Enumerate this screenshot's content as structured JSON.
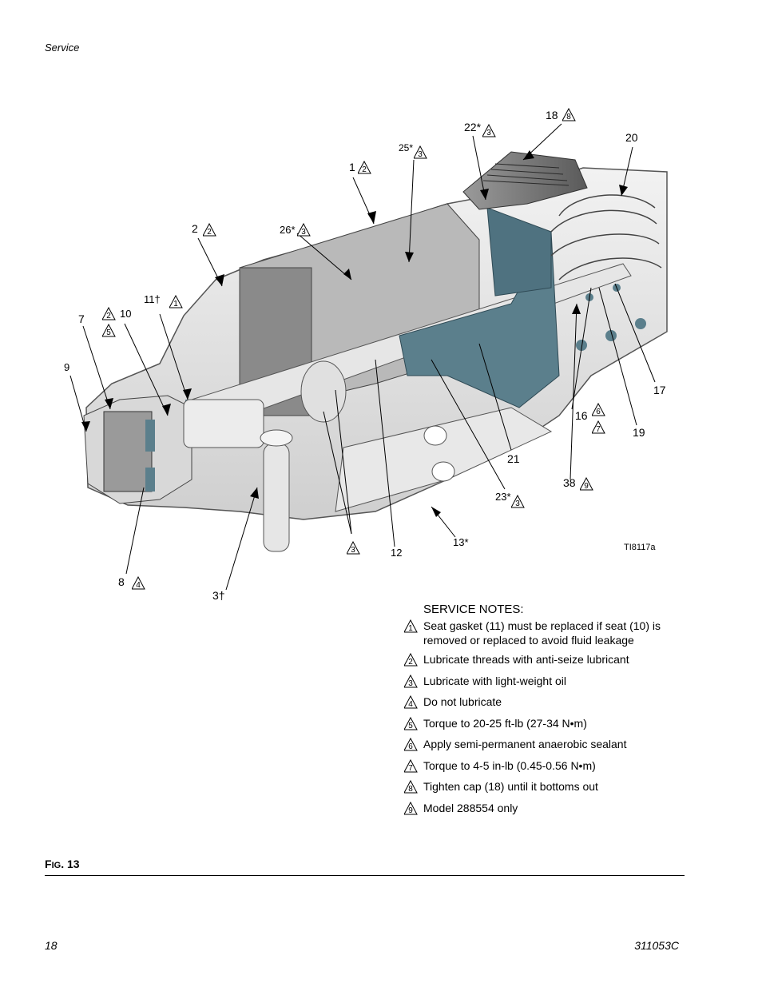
{
  "header": {
    "section": "Service"
  },
  "figure": {
    "drawing_id": "TI8117a",
    "callouts": {
      "c1": "1",
      "c2": "2",
      "c3dagger": "3†",
      "c3": "3",
      "c7": "7",
      "c8": "8",
      "c9": "9",
      "c10": "10",
      "c11": "11†",
      "c12": "12",
      "c13": "13*",
      "c16": "16",
      "c17": "17",
      "c18": "18",
      "c19": "19",
      "c20": "20",
      "c21": "21",
      "c22": "22*",
      "c23": "23*",
      "c25": "25*",
      "c26": "26*",
      "c38": "38"
    },
    "tri_numbers": {
      "n1": "1",
      "n2": "2",
      "n3": "3",
      "n4": "4",
      "n5": "5",
      "n6": "6",
      "n7": "7",
      "n8": "8",
      "n9": "9"
    }
  },
  "service_notes": {
    "title": "SERVICE NOTES:",
    "items": [
      {
        "num": "1",
        "text": "Seat gasket (11) must be replaced if seat (10) is removed or replaced to avoid fluid leakage"
      },
      {
        "num": "2",
        "text": "Lubricate threads with anti-seize lubricant"
      },
      {
        "num": "3",
        "text": "Lubricate with light-weight oil"
      },
      {
        "num": "4",
        "text": "Do not lubricate"
      },
      {
        "num": "5",
        "text": "Torque to 20-25 ft-lb (27-34 N•m)"
      },
      {
        "num": "6",
        "text": "Apply semi-permanent anaerobic sealant"
      },
      {
        "num": "7",
        "text": "Torque to 4-5 in-lb (0.45-0.56 N•m)"
      },
      {
        "num": "8",
        "text": "Tighten cap (18) until it bottoms out"
      },
      {
        "num": "9",
        "text": "Model 288554 only"
      }
    ]
  },
  "caption": {
    "prefix_big": "F",
    "prefix_small": "IG",
    "number": ". 13"
  },
  "footer": {
    "page": "18",
    "doc_number": "311053C"
  },
  "colors": {
    "teal": "#5b7f8c",
    "gray_dark": "#8a8a8a",
    "gray_mid": "#b9b9b9",
    "gray_light": "#e6e6e6"
  }
}
